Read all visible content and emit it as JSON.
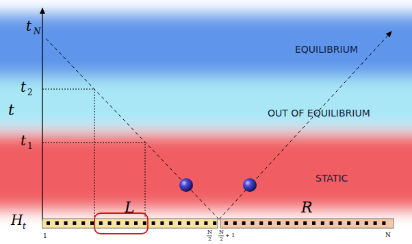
{
  "diagram": {
    "nodes": [
      {
        "text": [
          "EQUILIBRIUM"
        ]
      },
      {
        "text": [
          "OUT OF EQUILIBRIUM"
        ]
      },
      {
        "text": [
          "STATIC"
        ]
      }
    ],
    "labels": [
      "t",
      "N",
      "t",
      "2",
      "t",
      "1",
      "t",
      "H",
      "t",
      "L",
      "R",
      "1",
      "N",
      "2",
      "N",
      "2",
      "+ 1",
      "N"
    ]
  }
}
